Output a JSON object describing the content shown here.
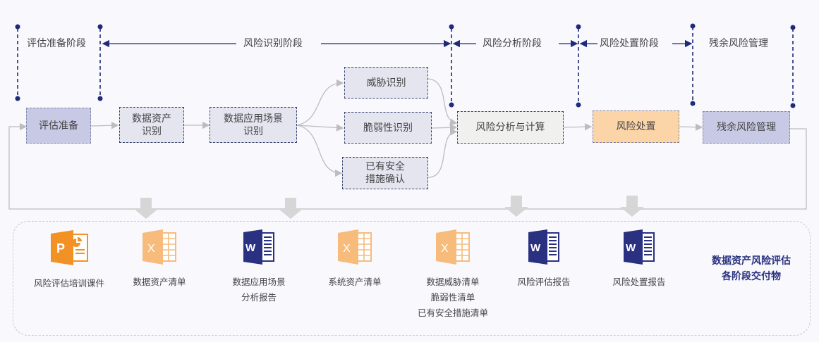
{
  "phases": [
    {
      "id": "prep",
      "label": "评估准备阶段"
    },
    {
      "id": "identify",
      "label": "风险识别阶段"
    },
    {
      "id": "analyze",
      "label": "风险分析阶段"
    },
    {
      "id": "dispose",
      "label": "风险处置阶段"
    },
    {
      "id": "residual",
      "label": "残余风险管理"
    }
  ],
  "nodes": {
    "prep": "评估准备",
    "asset_1": "数据资产",
    "asset_2": "识别",
    "scene_1": "数据应用场景",
    "scene_2": "识别",
    "threat": "威胁识别",
    "vuln": "脆弱性识别",
    "existing_1": "已有安全",
    "existing_2": "措施确认",
    "calc": "风险分析与计算",
    "dispose": "风险处置",
    "residual": "残余风险管理"
  },
  "deliverables": [
    {
      "icon": "powerpoint-icon",
      "lines": [
        "风险评估培训课件"
      ]
    },
    {
      "icon": "excel-icon",
      "lines": [
        "数据资产清单"
      ]
    },
    {
      "icon": "word-icon",
      "lines": [
        "数据应用场景",
        "分析报告"
      ]
    },
    {
      "icon": "excel-icon",
      "lines": [
        "系统资产清单"
      ]
    },
    {
      "icon": "excel-icon",
      "lines": [
        "数据威胁清单",
        "脆弱性清单",
        "已有安全措施清单"
      ]
    },
    {
      "icon": "word-icon",
      "lines": [
        "风险评估报告"
      ]
    },
    {
      "icon": "word-icon",
      "lines": [
        "风险处置报告"
      ]
    }
  ],
  "summary": {
    "line1": "数据资产风险评估",
    "line2": "各阶段交付物"
  },
  "colors": {
    "accent": "#1f2a78",
    "powerpoint": "#f39224",
    "excel": "#f7bb7c",
    "word": "#2a3180",
    "connector": "#bdbdbd",
    "down_arrow": "#d6d6d6"
  }
}
